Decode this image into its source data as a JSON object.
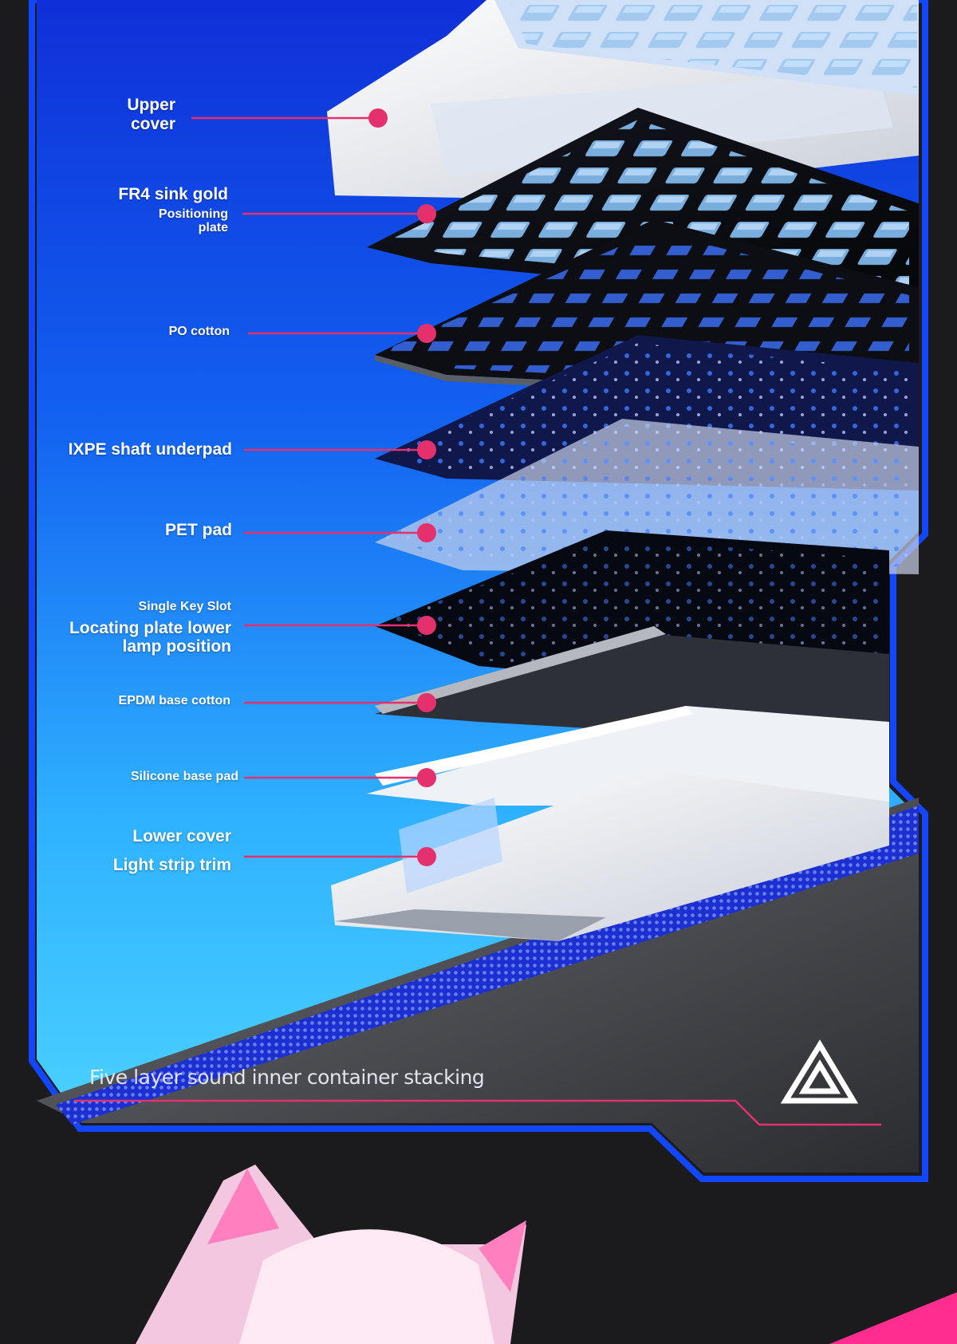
{
  "labels": {
    "upper_cover": [
      "Upper",
      "cover"
    ],
    "fr4": [
      "FR4 sink gold",
      "Positioning",
      "plate"
    ],
    "po_cotton": "PO cotton",
    "ixpe": "IXPE shaft underpad",
    "pet": "PET pad",
    "single_key": [
      "Single Key Slot",
      "Locating plate lower",
      "lamp position"
    ],
    "epdm": "EPDM base cotton",
    "silicone": "Silicone base pad",
    "lower_cover": [
      "Lower cover",
      "Light strip trim"
    ]
  },
  "footer": {
    "title": "Five layer sound inner container stacking"
  },
  "icons": {
    "brand_logo": "triangle-logo-icon"
  },
  "colors": {
    "frame_blue": "#1247ff",
    "pointer_pink": "#e4306c",
    "panel_dark": "#1b1b1d"
  }
}
